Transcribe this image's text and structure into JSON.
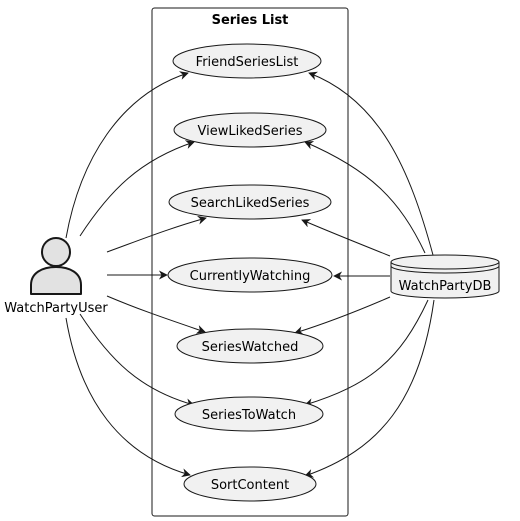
{
  "boundary": {
    "title": "Series List"
  },
  "actor": {
    "label": "WatchPartyUser",
    "icon": "user-icon"
  },
  "database": {
    "label": "WatchPartyDB",
    "icon": "database-icon"
  },
  "use_cases": [
    {
      "id": "friend-series-list",
      "label": "FriendSeriesList"
    },
    {
      "id": "view-liked-series",
      "label": "ViewLikedSeries"
    },
    {
      "id": "search-liked-series",
      "label": "SearchLikedSeries"
    },
    {
      "id": "currently-watching",
      "label": "CurrentlyWatching"
    },
    {
      "id": "series-watched",
      "label": "SeriesWatched"
    },
    {
      "id": "series-to-watch",
      "label": "SeriesToWatch"
    },
    {
      "id": "sort-content",
      "label": "SortContent"
    }
  ],
  "colors": {
    "ellipse_fill": "#f1f1f1",
    "stroke": "#181818",
    "actor_fill": "#e2e2e2"
  }
}
